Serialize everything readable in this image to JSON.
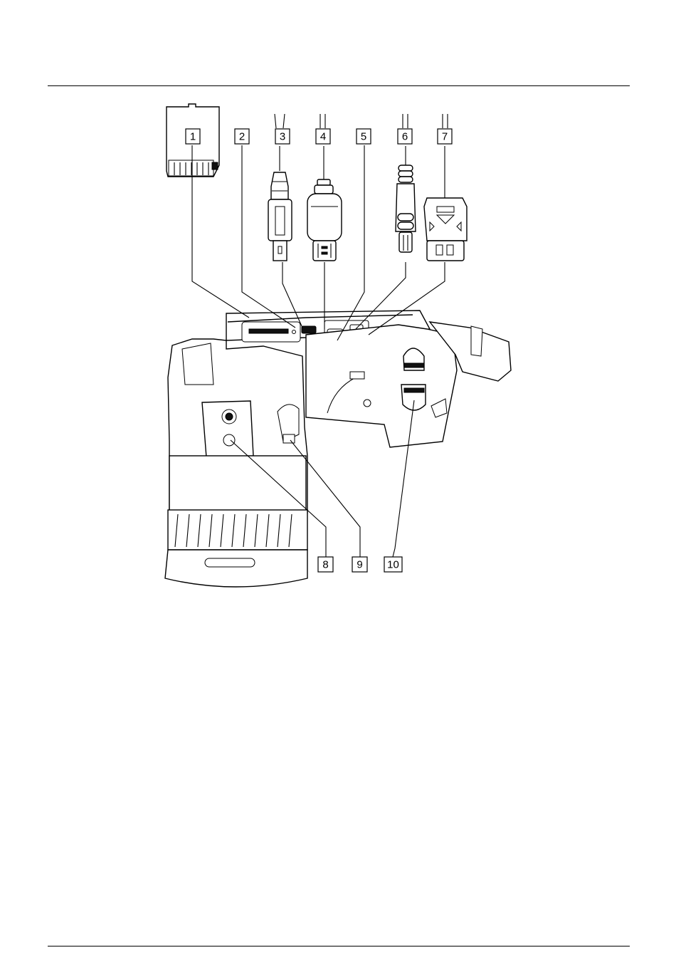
{
  "callouts": [
    {
      "label": "1",
      "name": "callout-1"
    },
    {
      "label": "2",
      "name": "callout-2"
    },
    {
      "label": "3",
      "name": "callout-3"
    },
    {
      "label": "4",
      "name": "callout-4"
    },
    {
      "label": "5",
      "name": "callout-5"
    },
    {
      "label": "6",
      "name": "callout-6"
    },
    {
      "label": "7",
      "name": "callout-7"
    },
    {
      "label": "8",
      "name": "callout-8"
    },
    {
      "label": "9",
      "name": "callout-9"
    },
    {
      "label": "10",
      "name": "callout-10"
    }
  ],
  "colors": {
    "ink": "#000000",
    "paper": "#ffffff"
  }
}
